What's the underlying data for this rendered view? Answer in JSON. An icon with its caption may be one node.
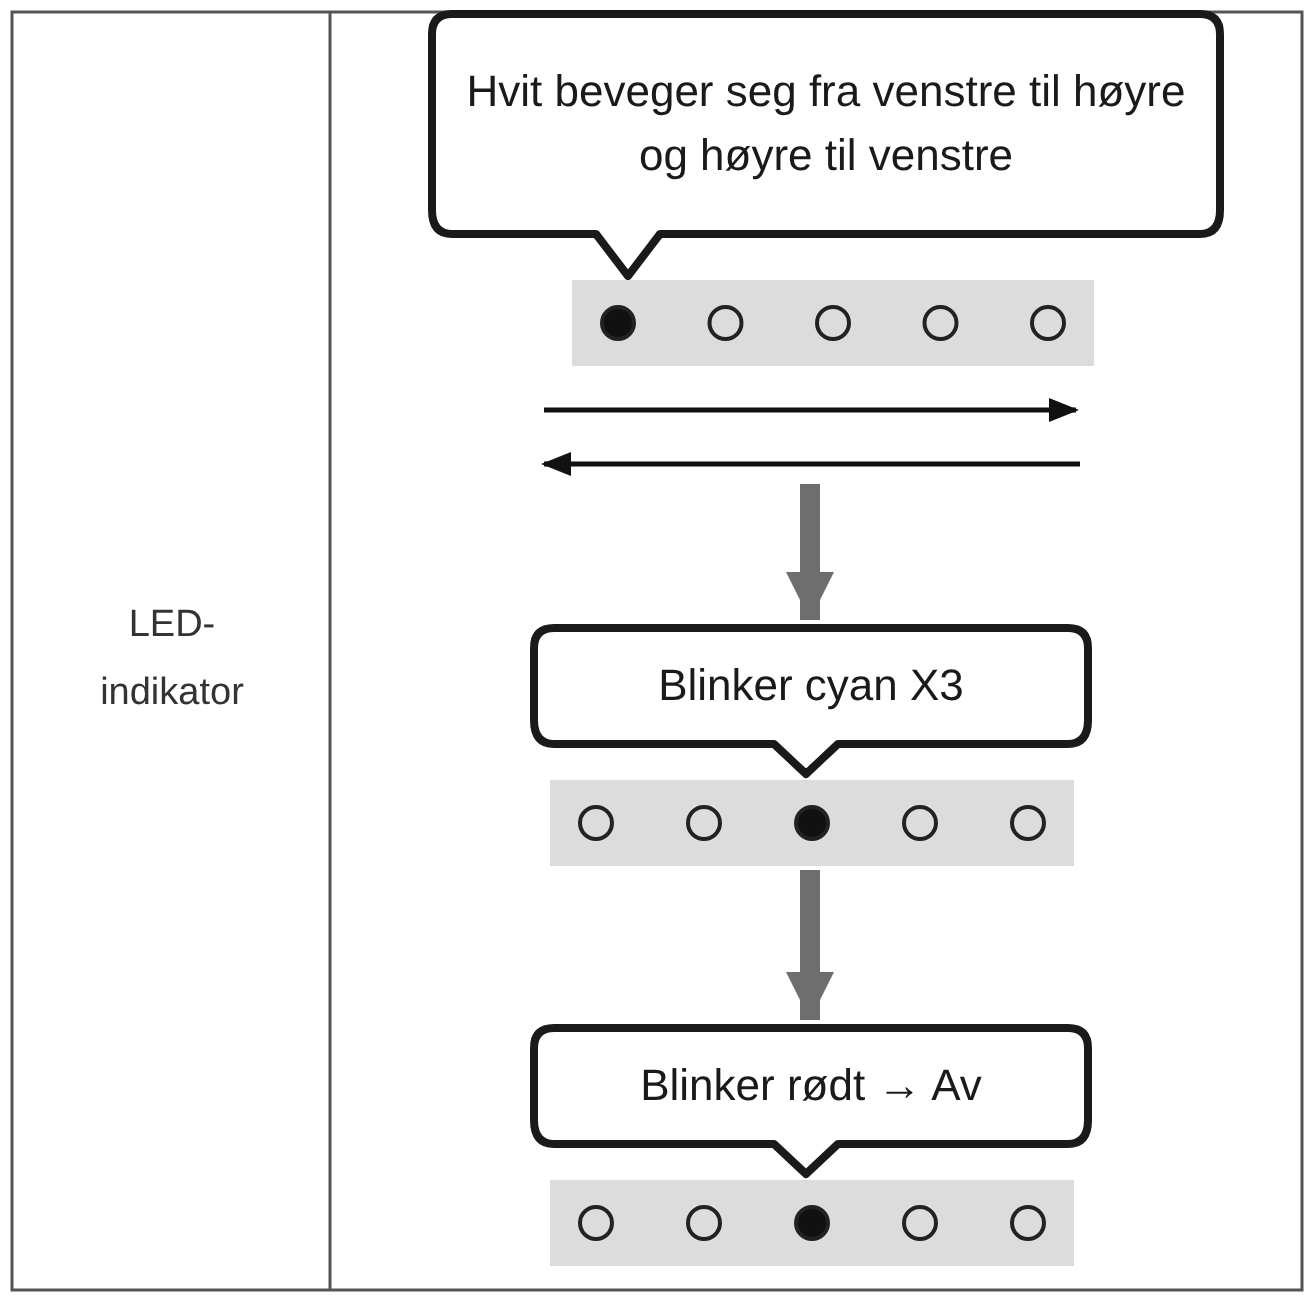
{
  "diagram": {
    "nodes": [
      {
        "text": [
          "Hvit beveger seg fra venstre til høyre og høyre til venstre"
        ]
      },
      {
        "text": [],
        "shape": "bar"
      },
      {
        "text": [
          "Blinker cyan X3"
        ]
      },
      {
        "text": [],
        "shape": "bar"
      },
      {
        "text": [
          "Blinker rødt → Av"
        ]
      },
      {
        "text": [],
        "shape": "bar"
      }
    ],
    "edges": [
      {
        "from": 1,
        "to": 2,
        "arrow": "to"
      },
      {
        "from": 3,
        "to": 4,
        "arrow": "to"
      }
    ],
    "labels": [
      "LED-indikator"
    ]
  }
}
